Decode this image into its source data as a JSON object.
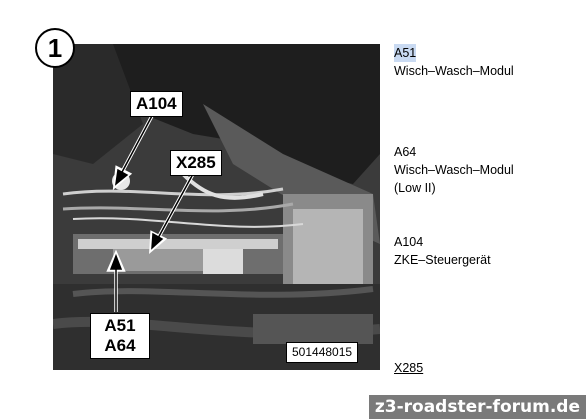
{
  "figure": {
    "number": "1",
    "photo_id": "501448015",
    "callouts": {
      "a104": "A104",
      "x285": "X285",
      "a51": "A51",
      "a64": "A64"
    }
  },
  "legend": [
    {
      "code": "A51",
      "desc": [
        "Wisch–Wasch–Modul"
      ],
      "highlighted": true
    },
    {
      "code": "A64",
      "desc": [
        "Wisch–Wasch–Modul",
        "(Low II)"
      ]
    },
    {
      "code": "A104",
      "desc": [
        "ZKE–Steuergerät"
      ]
    },
    {
      "code": "X285",
      "desc": [],
      "underlined": true
    }
  ],
  "watermark": "z3-roadster-forum.de",
  "colors": {
    "highlight": "#c9daf2",
    "watermark_bg": "#7a7a7a"
  }
}
